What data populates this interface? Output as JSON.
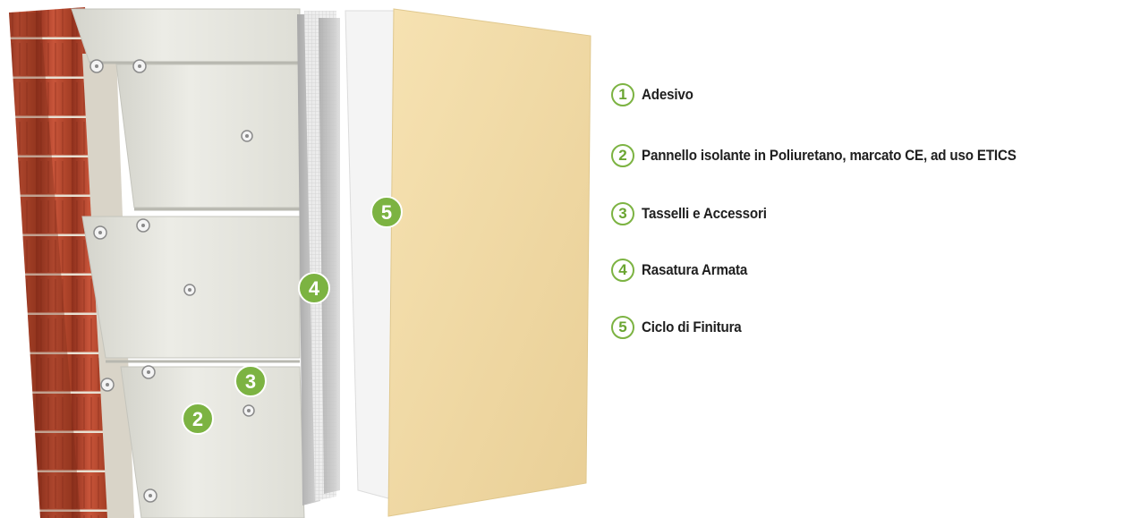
{
  "legend": {
    "items": [
      {
        "number": "1",
        "label": "Adesivo"
      },
      {
        "number": "2",
        "label": "Pannello isolante in Poliuretano, marcato CE, ad uso ETICS"
      },
      {
        "number": "3",
        "label": "Tasselli e Accessori"
      },
      {
        "number": "4",
        "label": "Rasatura Armata"
      },
      {
        "number": "5",
        "label": "Ciclo di Finitura"
      }
    ]
  },
  "badges": {
    "panel": "2",
    "dowels": "3",
    "mesh": "4",
    "finish": "5"
  },
  "colors": {
    "accent_green": "#7cb342",
    "brick": "#b5442a",
    "panel": "#e4e4dc",
    "finish": "#f0d9a4"
  }
}
